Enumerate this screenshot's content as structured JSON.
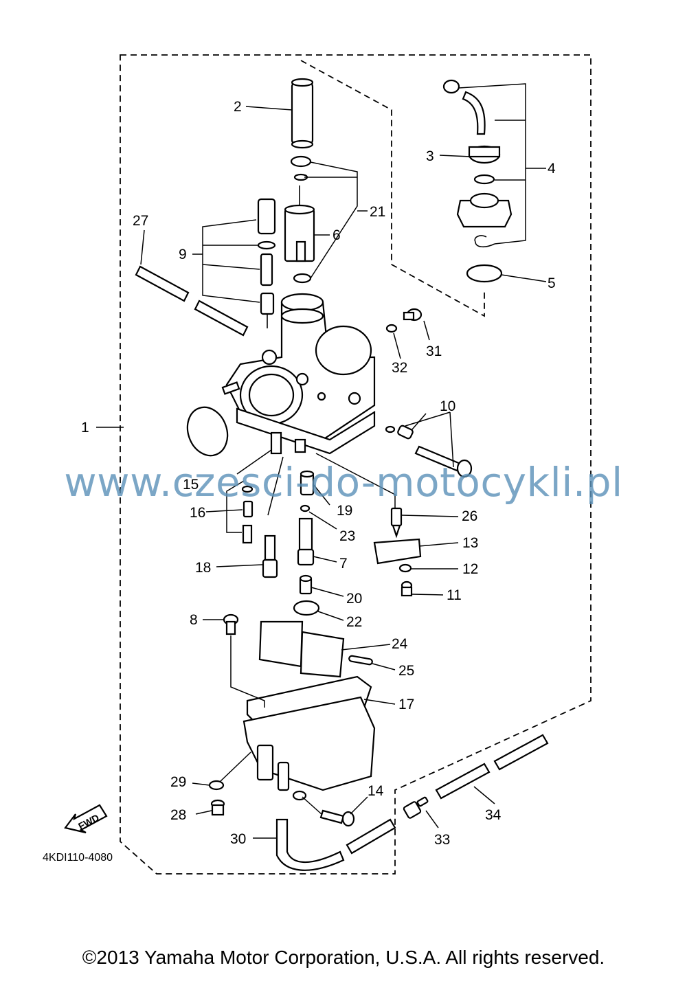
{
  "diagram": {
    "callouts": [
      {
        "label": "1"
      },
      {
        "label": "2"
      },
      {
        "label": "3"
      },
      {
        "label": "4"
      },
      {
        "label": "5"
      },
      {
        "label": "6"
      },
      {
        "label": "7"
      },
      {
        "label": "8"
      },
      {
        "label": "9"
      },
      {
        "label": "10"
      },
      {
        "label": "11"
      },
      {
        "label": "12"
      },
      {
        "label": "13"
      },
      {
        "label": "14"
      },
      {
        "label": "15"
      },
      {
        "label": "16"
      },
      {
        "label": "17"
      },
      {
        "label": "18"
      },
      {
        "label": "19"
      },
      {
        "label": "20"
      },
      {
        "label": "21"
      },
      {
        "label": "22"
      },
      {
        "label": "23"
      },
      {
        "label": "24"
      },
      {
        "label": "25"
      },
      {
        "label": "26"
      },
      {
        "label": "27"
      },
      {
        "label": "28"
      },
      {
        "label": "29"
      },
      {
        "label": "30"
      },
      {
        "label": "31"
      },
      {
        "label": "32"
      },
      {
        "label": "33"
      },
      {
        "label": "34"
      }
    ],
    "fwd_label": "FWD",
    "drawing_code": "4KDI110-4080"
  },
  "watermark": "www.czesci-do-motocykli.pl",
  "copyright": "©2013 Yamaha Motor Corporation, U.S.A. All rights reserved.",
  "colors": {
    "line": "#000000",
    "watermark": "#5b91b8",
    "background": "#ffffff"
  }
}
